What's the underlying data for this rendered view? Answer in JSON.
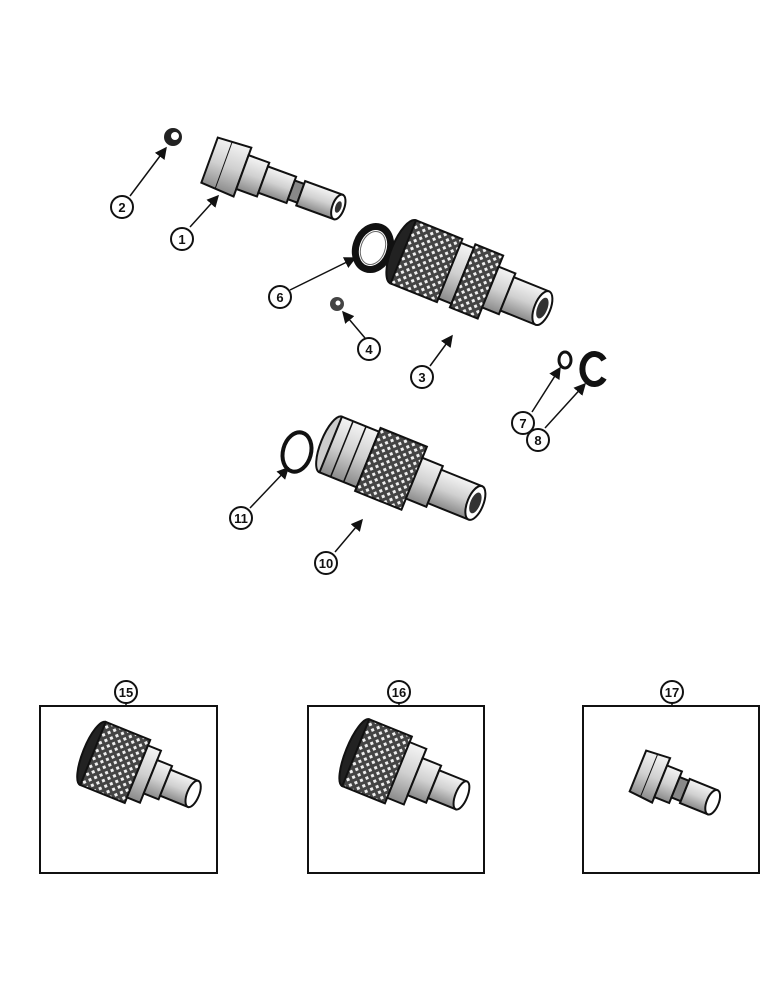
{
  "callouts": [
    {
      "id": "c1",
      "label": "1"
    },
    {
      "id": "c2",
      "label": "2"
    },
    {
      "id": "c3",
      "label": "3"
    },
    {
      "id": "c4",
      "label": "4"
    },
    {
      "id": "c6",
      "label": "6"
    },
    {
      "id": "c7",
      "label": "7"
    },
    {
      "id": "c8",
      "label": "8"
    },
    {
      "id": "c10",
      "label": "10"
    },
    {
      "id": "c11",
      "label": "11"
    },
    {
      "id": "c15",
      "label": "15"
    },
    {
      "id": "c16",
      "label": "16"
    },
    {
      "id": "c17",
      "label": "17"
    }
  ],
  "colors": {
    "ink": "#111111",
    "paper": "#ffffff",
    "metal_dark": "#555555",
    "metal_light": "#dddddd"
  }
}
